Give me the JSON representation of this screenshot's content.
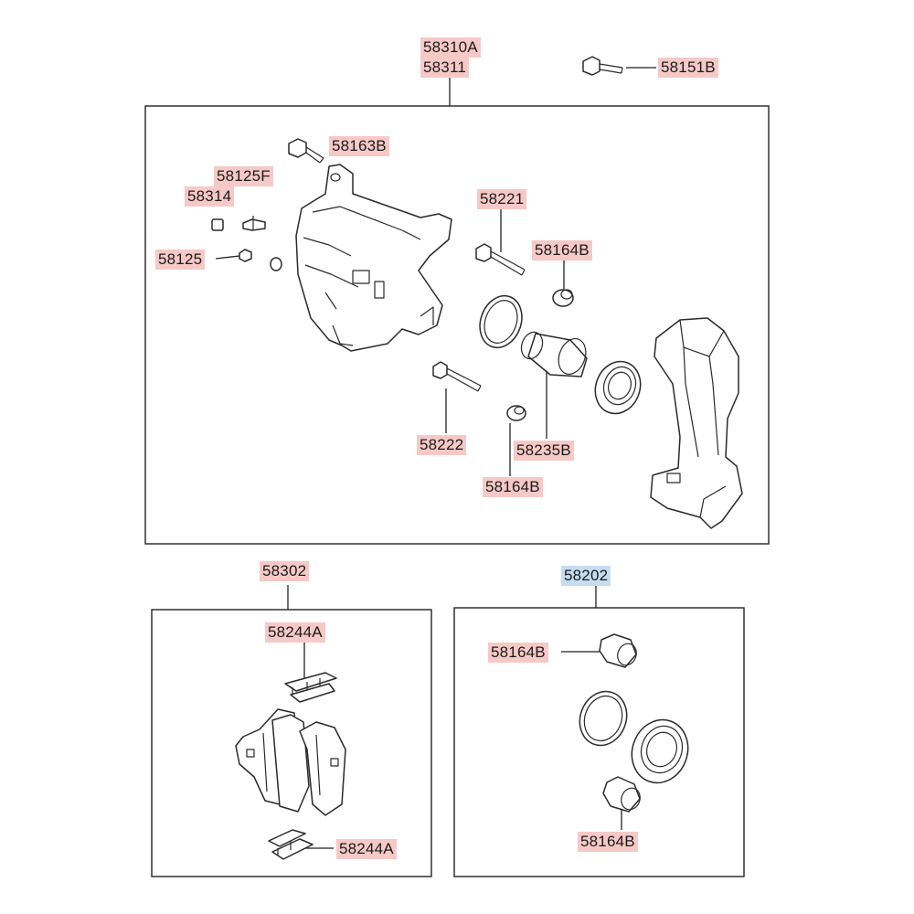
{
  "labels": {
    "caliper_assy_a": "58310A",
    "caliper_assy_b": "58311",
    "guide_bolt": "58151B",
    "bolt_top": "58163B",
    "bleeder_screw": "58125F",
    "bleeder_cap": "58314",
    "bleeder_nut": "58125",
    "guide_pin_upper": "58221",
    "boot_upper": "58164B",
    "guide_pin_lower": "58222",
    "piston": "58235B",
    "boot_lower": "58164B",
    "pad_kit": "58302",
    "pad_clip_top": "58244A",
    "pad_clip_bottom": "58244A",
    "seal_kit": "58202",
    "seal_kit_boot_top": "58164B",
    "seal_kit_boot_bottom": "58164B"
  },
  "colors": {
    "label_highlight": "#f6c9c7",
    "kit_highlight": "#c6dcf3",
    "line": "#222222"
  }
}
